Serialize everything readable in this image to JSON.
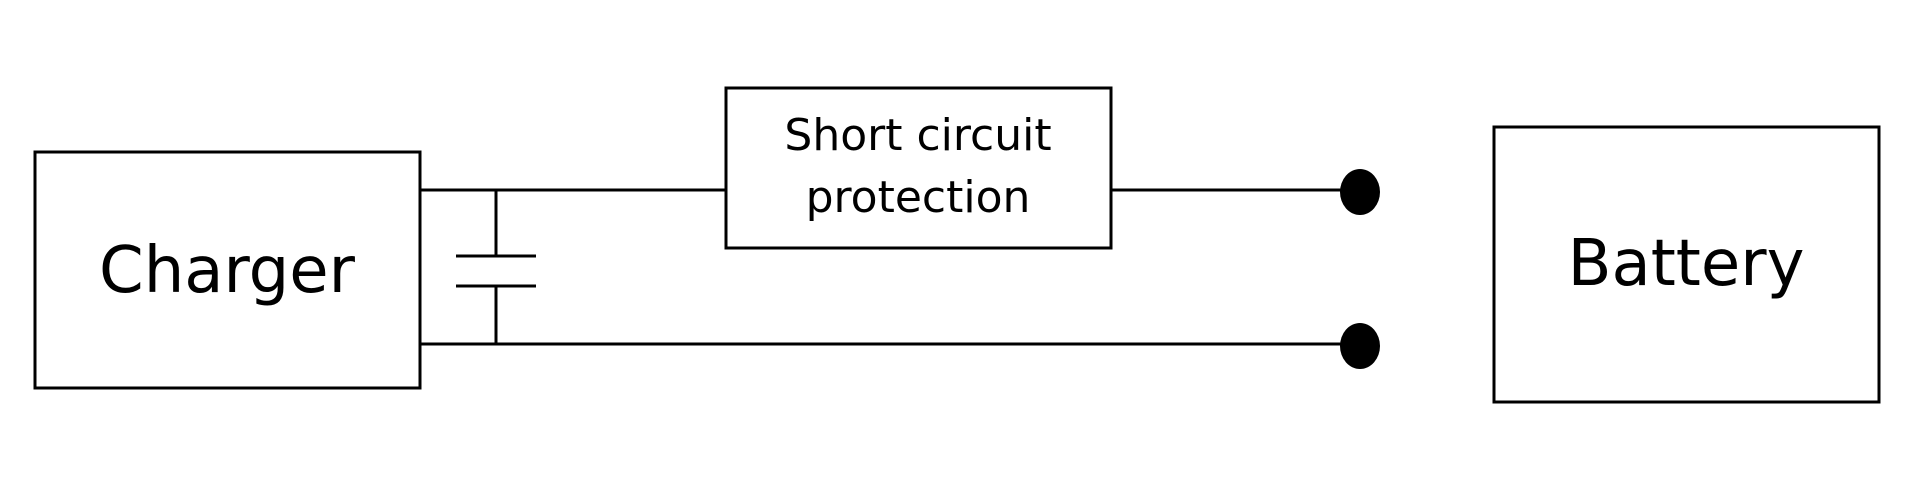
{
  "blocks": {
    "charger": {
      "label": "Charger"
    },
    "protection": {
      "line1": "Short circuit",
      "line2": "protection"
    },
    "battery": {
      "label": "Battery"
    }
  },
  "components": {
    "capacitor": {
      "icon": "capacitor-symbol"
    },
    "terminals": {
      "icon": "terminal-dot"
    }
  },
  "colors": {
    "stroke": "#000000",
    "background": "#ffffff"
  }
}
